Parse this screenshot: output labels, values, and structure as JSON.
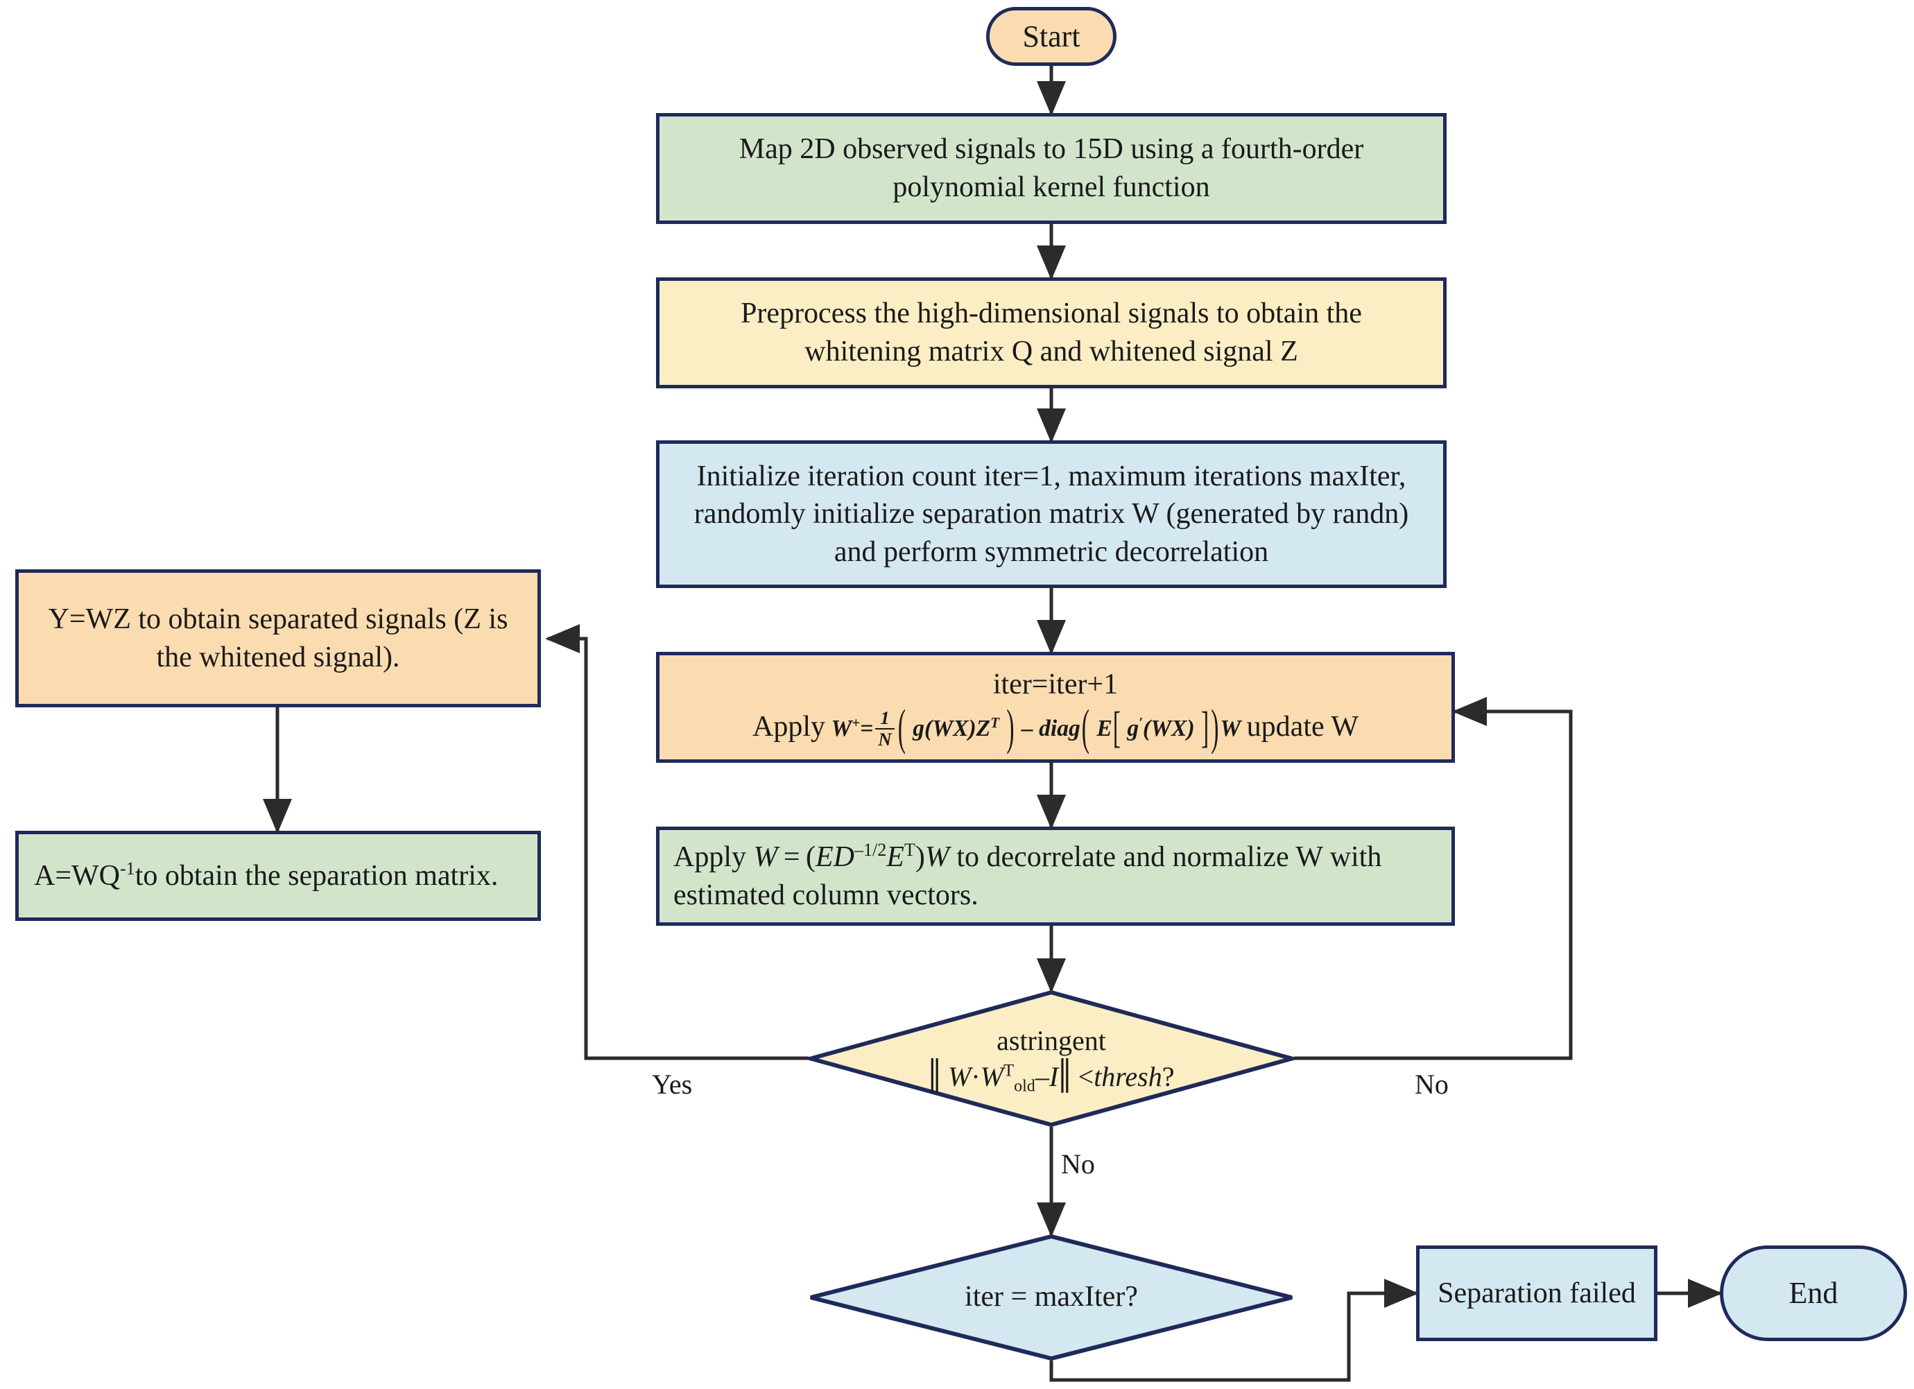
{
  "diagram": {
    "title": "Kernel ICA separation flowchart",
    "colors": {
      "green": "#d2e5cb",
      "yellow": "#fbeec5",
      "blue": "#d4e8f1",
      "orange": "#fadcb0",
      "border": "#1f2a5a",
      "connector": "#2b2b2b"
    }
  },
  "nodes": {
    "start": {
      "label": "Start",
      "shape": "terminator",
      "color": "orange"
    },
    "map_signals": {
      "line1": "Map 2D observed signals to 15D using a fourth-order",
      "line2": "polynomial kernel function",
      "shape": "process",
      "color": "green"
    },
    "preprocess": {
      "line1": "Preprocess the high-dimensional signals to obtain the",
      "line2": "whitening matrix Q and whitened signal Z",
      "shape": "process",
      "color": "yellow"
    },
    "initialize": {
      "line1": "Initialize iteration count iter=1, maximum iterations maxIter,",
      "line2": "randomly initialize separation matrix W (generated by randn)",
      "line3": "and perform symmetric decorrelation",
      "shape": "process",
      "color": "blue"
    },
    "update_w": {
      "line1": "iter=iter+1",
      "formula_prefix": "Apply",
      "formula": "W+ = (1/N)( g(WX)Z^T ) - diag( E[ g'(WX) ] )W",
      "formula_suffix": "update W",
      "shape": "process",
      "color": "orange"
    },
    "decorrelate": {
      "line1_prefix": "Apply",
      "line1_formula": "W = (E D^-1/2 E^T) W",
      "line1_suffix": "to decorrelate and normalize W with",
      "line2": "estimated column vectors.",
      "shape": "process",
      "color": "green"
    },
    "converged": {
      "line1": "astringent",
      "formula": "|| W . W_old^T - I || < thresh ?",
      "shape": "decision",
      "color": "yellow"
    },
    "max_iter": {
      "label": "iter = maxIter?",
      "shape": "decision",
      "color": "blue"
    },
    "separation_failed": {
      "label": "Separation failed",
      "shape": "process",
      "color": "blue"
    },
    "end": {
      "label": "End",
      "shape": "terminator",
      "color": "blue"
    },
    "separated_signals": {
      "line1": "Y=WZ to obtain separated signals (Z is",
      "line2": "the whitened signal).",
      "shape": "process",
      "color": "orange"
    },
    "separation_matrix": {
      "prefix": "A=WQ",
      "exponent": "-1",
      "suffix": "to obtain the separation matrix.",
      "shape": "process",
      "color": "green"
    }
  },
  "edge_labels": {
    "converged_yes": "Yes",
    "converged_no_right": "No",
    "converged_no_down": "No"
  }
}
